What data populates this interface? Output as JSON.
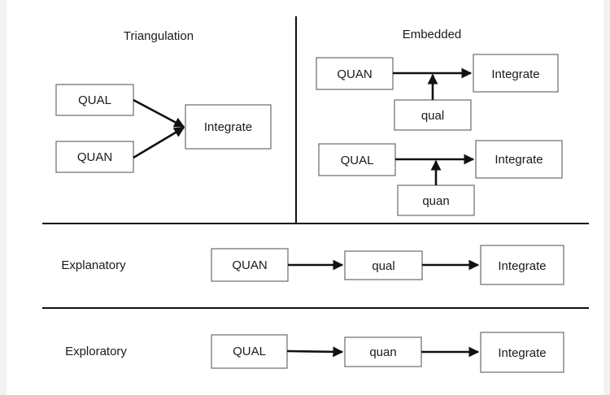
{
  "triangulation": {
    "title": "Triangulation",
    "qual": "QUAL",
    "quan": "QUAN",
    "integrate": "Integrate"
  },
  "embedded": {
    "title": "Embedded",
    "row1": {
      "main": "QUAN",
      "embedded": "qual",
      "integrate": "Integrate"
    },
    "row2": {
      "main": "QUAL",
      "embedded": "quan",
      "integrate": "Integrate"
    }
  },
  "explanatory": {
    "title": "Explanatory",
    "step1": "QUAN",
    "step2": "qual",
    "step3": "Integrate"
  },
  "exploratory": {
    "title": "Exploratory",
    "step1": "QUAL",
    "step2": "quan",
    "step3": "Integrate"
  }
}
